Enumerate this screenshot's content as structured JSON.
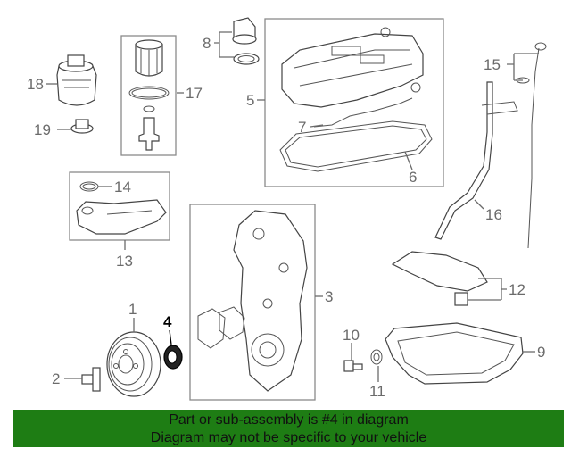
{
  "callouts": {
    "c1": "1",
    "c2": "2",
    "c3": "3",
    "c4": "4",
    "c5": "5",
    "c6": "6",
    "c7": "7",
    "c8": "8",
    "c9": "9",
    "c10": "10",
    "c11": "11",
    "c12": "12",
    "c13": "13",
    "c14": "14",
    "c15": "15",
    "c16": "16",
    "c17": "17",
    "c18": "18",
    "c19": "19"
  },
  "highlighted_part": "4",
  "colors": {
    "banner": "#1e7d14",
    "callout": "#6b6b6b",
    "highlight": "#000000"
  },
  "banner": {
    "line1": "Part or sub-assembly is #4 in diagram",
    "line2": "Diagram may not be specific to your vehicle"
  }
}
